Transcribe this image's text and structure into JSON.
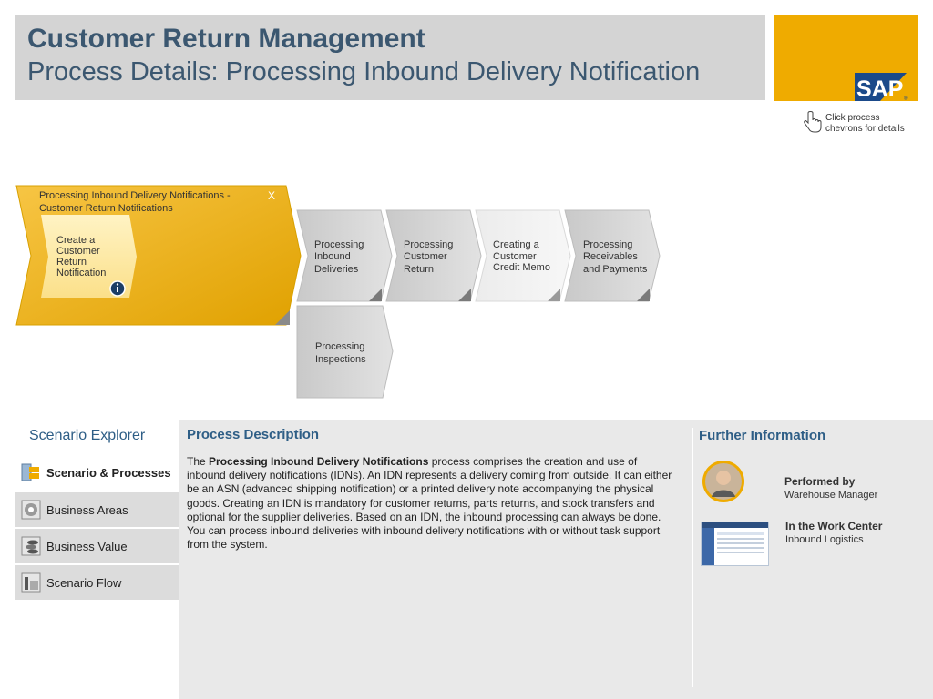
{
  "header": {
    "title": "Customer Return Management",
    "subtitle": "Process Details: Processing Inbound Delivery Notification",
    "logo_text": "SAP"
  },
  "hint": {
    "text": "Click process chevrons for details"
  },
  "flow": {
    "main_step": {
      "label_line1": "Processing Inbound Delivery Notifications -",
      "label_line2": "Customer Return Notifications",
      "close": "X",
      "sub_step_lines": [
        "Create a",
        "Customer",
        "Return",
        "Notification"
      ]
    },
    "steps": [
      {
        "lines": [
          "Processing",
          "Inbound",
          "Deliveries"
        ]
      },
      {
        "lines": [
          "Processing",
          "Customer",
          "Return"
        ]
      },
      {
        "lines": [
          "Creating a",
          "Customer",
          "Credit Memo"
        ]
      },
      {
        "lines": [
          "Processing",
          "Receivables",
          "and Payments"
        ]
      },
      {
        "lines": [
          "Processing",
          "Inspections"
        ]
      }
    ]
  },
  "explorer": {
    "title": "Scenario Explorer",
    "items": [
      {
        "label": "Scenario & Processes",
        "active": true
      },
      {
        "label": "Business Areas",
        "active": false
      },
      {
        "label": "Business Value",
        "active": false
      },
      {
        "label": "Scenario Flow",
        "active": false
      }
    ]
  },
  "description": {
    "title": "Process Description",
    "intro": "The ",
    "bold": "Processing Inbound Delivery Notifications",
    "body": " process comprises the creation and use of inbound delivery notifications (IDNs). An IDN represents a delivery coming from outside. It can either be an ASN (advanced shipping notification) or a printed delivery note accompanying the physical goods. Creating an IDN is mandatory for customer returns, parts returns, and stock transfers and optional for the supplier deliveries. Based on an IDN, the inbound processing can always be done. You can process inbound deliveries with inbound delivery notifications with or without task support from the system."
  },
  "further_info": {
    "title": "Further Information",
    "performed_label": "Performed by",
    "performed_value": "Warehouse Manager",
    "workcenter_label": "In the Work Center",
    "workcenter_value": "Inbound Logistics"
  },
  "colors": {
    "accent_gold": "#efab00",
    "title_blue": "#3b5770",
    "link_blue": "#2e5e86"
  }
}
